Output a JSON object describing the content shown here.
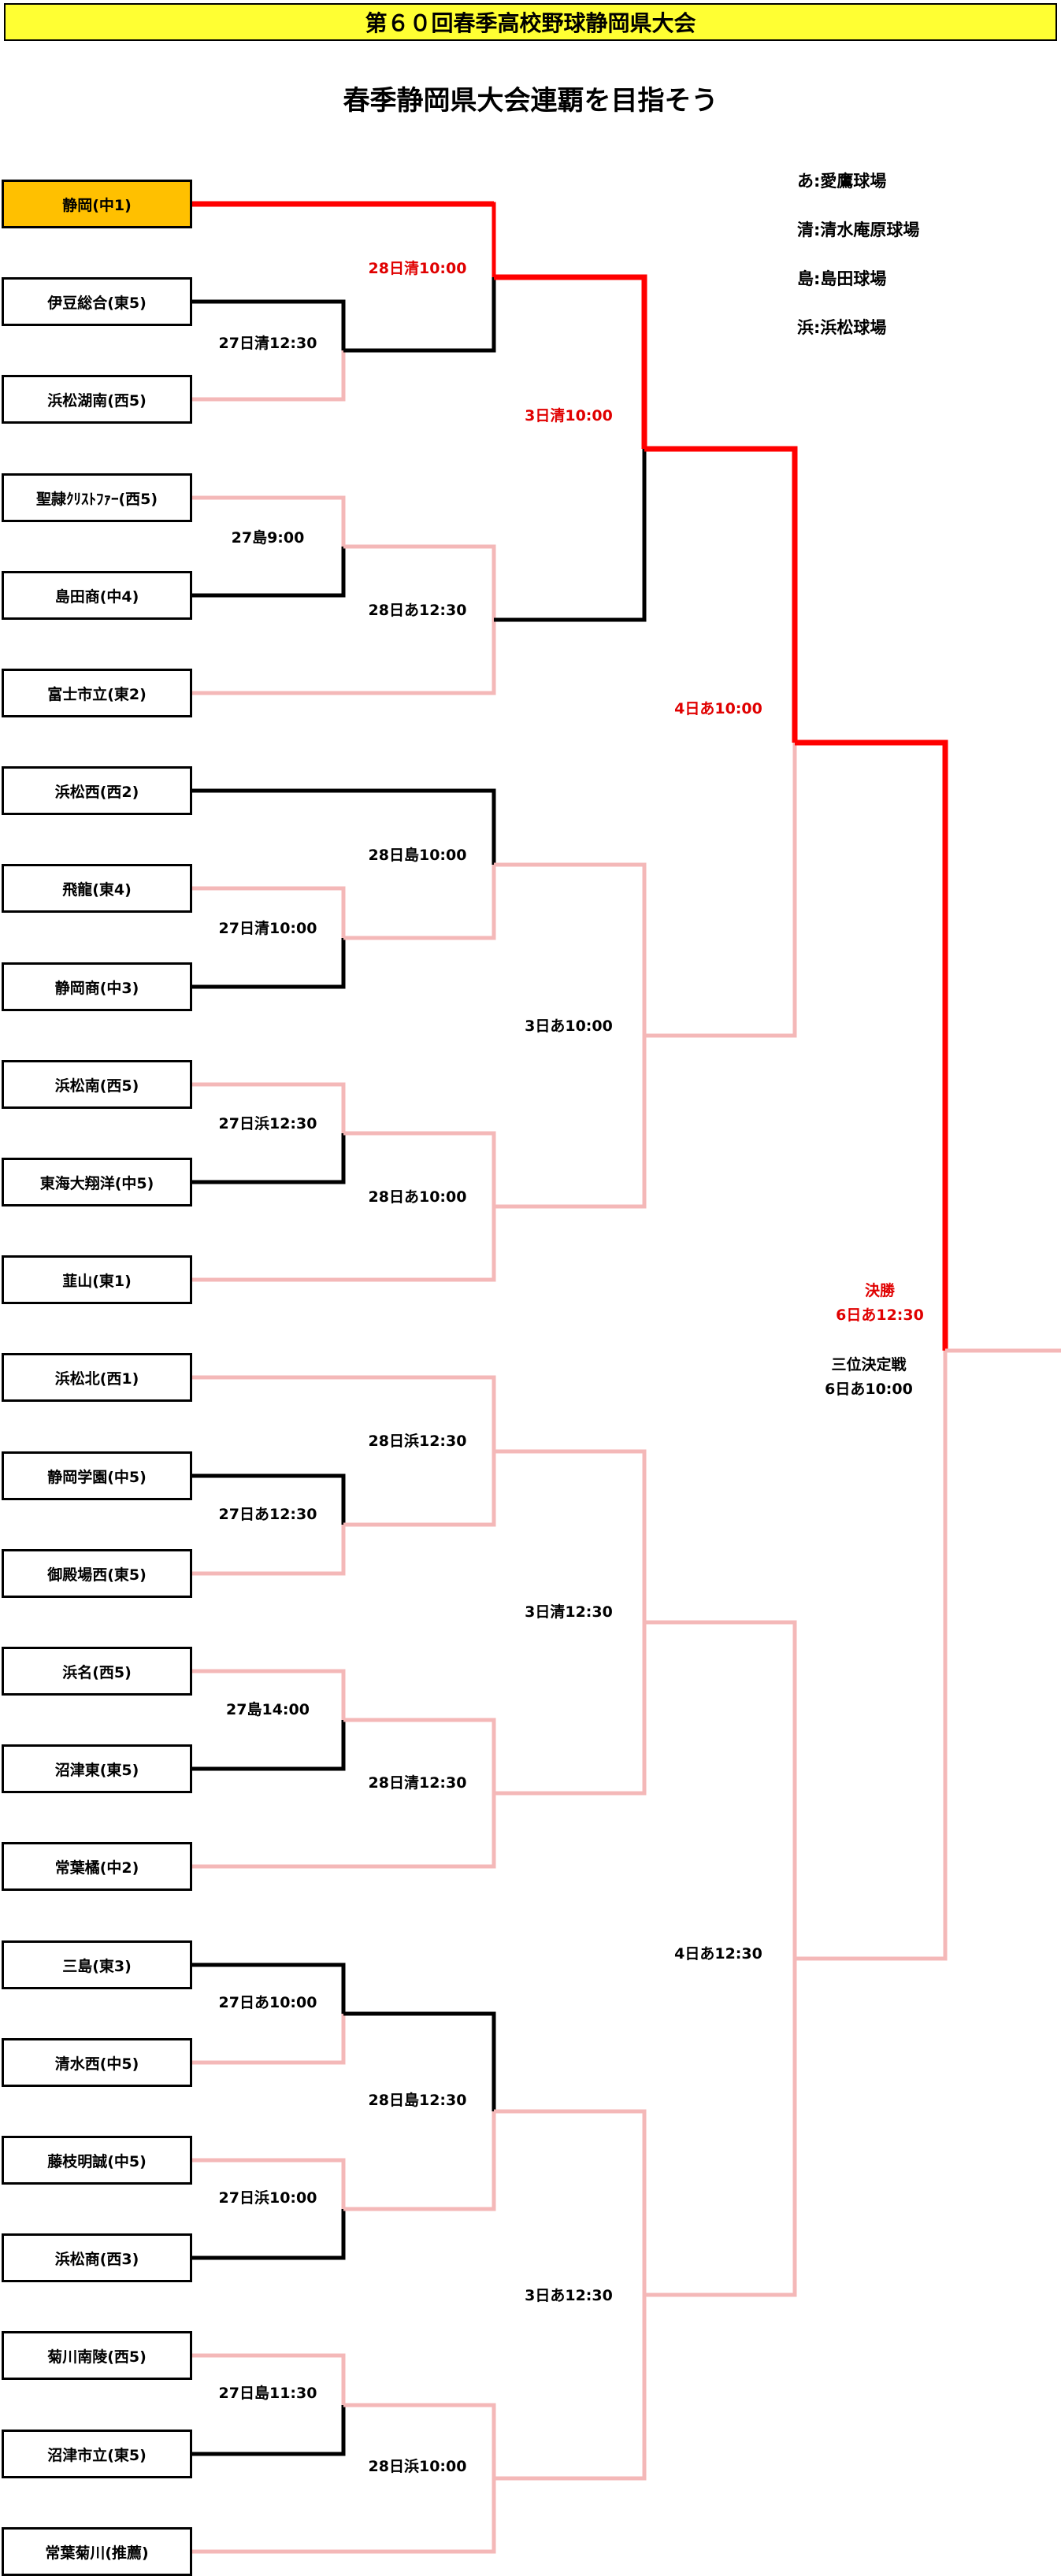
{
  "header": {
    "title": "第６０回春季高校野球静岡県大会",
    "subtitle": "春季静岡県大会連覇を目指そう"
  },
  "legend": [
    "あ:愛鷹球場",
    "清:清水庵原球場",
    "島:島田球場",
    "浜:浜松球場"
  ],
  "teams": [
    "静岡(中1)",
    "伊豆総合(東5)",
    "浜松湖南(西5)",
    "聖隷ｸﾘｽﾄﾌｧｰ(西5)",
    "島田商(中4)",
    "富士市立(東2)",
    "浜松西(西2)",
    "飛龍(東4)",
    "静岡商(中3)",
    "浜松南(西5)",
    "東海大翔洋(中5)",
    "韮山(東1)",
    "浜松北(西1)",
    "静岡学園(中5)",
    "御殿場西(東5)",
    "浜名(西5)",
    "沼津東(東5)",
    "常葉橘(中2)",
    "三島(東3)",
    "清水西(中5)",
    "藤枝明誠(中5)",
    "浜松商(西3)",
    "菊川南陵(西5)",
    "沼津市立(東5)",
    "常葉菊川(推薦)"
  ],
  "round1": [
    "27日清12:30",
    "27島9:00",
    "27日清10:00",
    "27日浜12:30",
    "27日あ12:30",
    "27島14:00",
    "27日あ10:00",
    "27日浜10:00",
    "27日島11:30"
  ],
  "round2": [
    "28日清10:00",
    "28日あ12:30",
    "28日島10:00",
    "28日あ10:00",
    "28日浜12:30",
    "28日清12:30",
    "28日島12:30",
    "28日浜10:00"
  ],
  "round3": [
    "3日清10:00",
    "3日あ10:00",
    "3日清12:30",
    "3日あ12:30"
  ],
  "round4": [
    "4日あ10:00",
    "4日あ12:30"
  ],
  "final": {
    "label": "決勝",
    "time": "6日あ12:30",
    "third_label": "三位決定戦",
    "third_time": "6日あ10:00"
  },
  "colors": {
    "title_bg": "#ffff33",
    "seed_bg": "#ffc000",
    "win_line": "#ff0000",
    "pending_line": "#f4b8b8",
    "loss_line": "#000000",
    "win_text": "#e00000"
  }
}
